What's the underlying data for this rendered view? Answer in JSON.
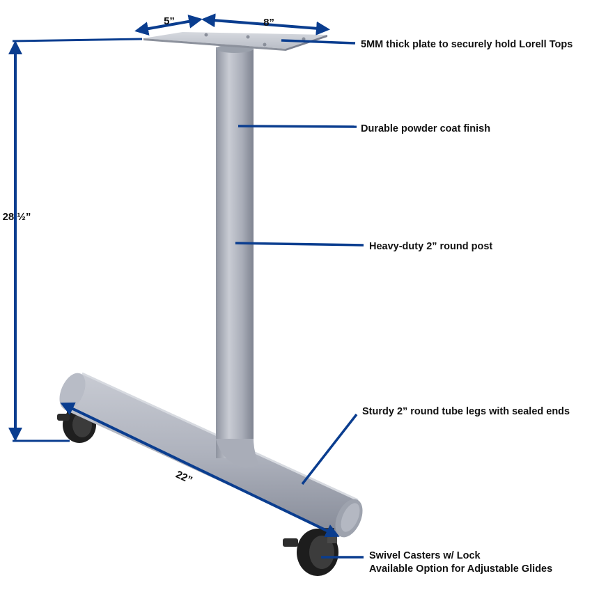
{
  "dimensions": {
    "plate_depth": "5”",
    "plate_width": "8”",
    "height": "28 ½”",
    "leg_length": "22”"
  },
  "callouts": {
    "plate": "5MM thick plate to securely hold Lorell Tops",
    "finish": "Durable powder coat finish",
    "post": "Heavy-duty 2” round post",
    "legs": "Sturdy 2” round tube legs with sealed ends",
    "casters_line1": "Swivel Casters w/ Lock",
    "casters_line2": "Available Option for Adjustable Glides"
  },
  "colors": {
    "annotation": "#0a3d8f",
    "metal": "#b3b7c2",
    "caster": "#2a2a2a"
  }
}
